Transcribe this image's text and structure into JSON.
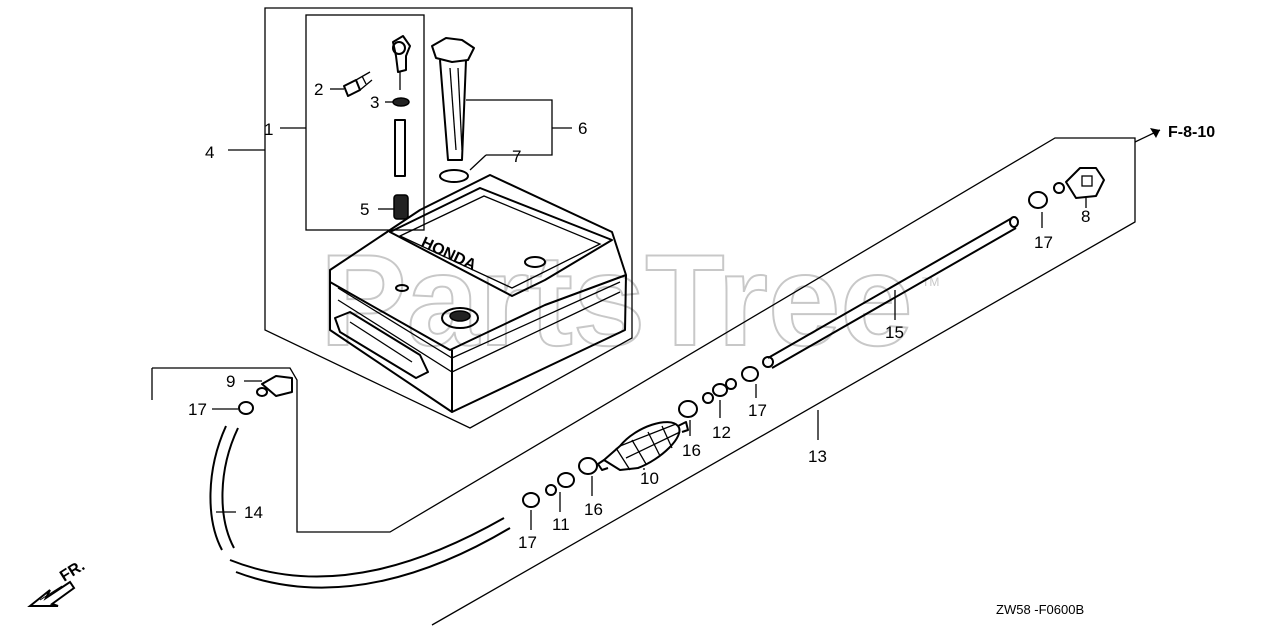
{
  "watermark": {
    "text": "PartsTree",
    "trademark": "TM"
  },
  "diagram_code": "ZW58 -F0600B",
  "ref": "F-8-10",
  "direction_label": "FR.",
  "callouts": {
    "c1": "1",
    "c2": "2",
    "c3": "3",
    "c4": "4",
    "c5": "5",
    "c6": "6",
    "c7": "7",
    "c8": "8",
    "c9": "9",
    "c10": "10",
    "c11": "11",
    "c12": "12",
    "c13": "13",
    "c14": "14",
    "c15": "15",
    "c16a": "16",
    "c16b": "16",
    "c17a": "17",
    "c17b": "17",
    "c17c": "17",
    "c17d": "17"
  },
  "tank_brand": "HONDA",
  "parts": [
    {
      "id": "fuel-tank-assembly"
    },
    {
      "id": "vent-screw"
    },
    {
      "id": "o-ring"
    },
    {
      "id": "fuel-tank"
    },
    {
      "id": "fuel-strainer"
    },
    {
      "id": "fuel-gauge"
    },
    {
      "id": "gauge-packing"
    },
    {
      "id": "tank-joint"
    },
    {
      "id": "tank-coupler"
    },
    {
      "id": "primer-bulb"
    },
    {
      "id": "check-valve-a"
    },
    {
      "id": "check-valve-b"
    },
    {
      "id": "fuel-line-assembly"
    },
    {
      "id": "hose-a"
    },
    {
      "id": "hose-b"
    },
    {
      "id": "hose-clip"
    },
    {
      "id": "hose-clamp"
    }
  ]
}
